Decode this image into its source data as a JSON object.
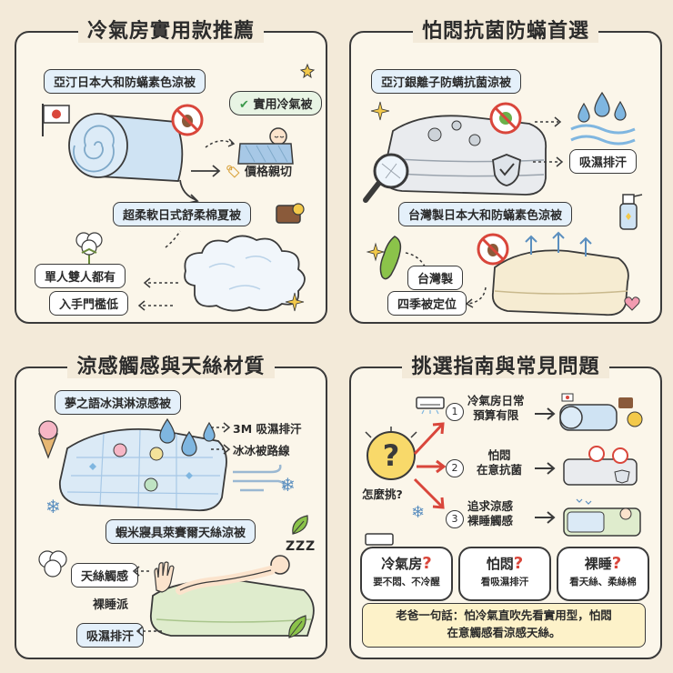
{
  "panels": {
    "p1": {
      "title": "冷氣房實用款推薦",
      "product1": "亞汀日本大和防蟎素色涼被",
      "check_tag": "實用冷氣被",
      "price_tag": "價格親切",
      "product2": "超柔軟日式舒柔棉夏被",
      "tag_sizes": "單人雙人都有",
      "tag_entry": "入手門檻低"
    },
    "p2": {
      "title": "怕悶抗菌防蟎首選",
      "product1": "亞汀銀離子防螨抗菌涼被",
      "tag_moisture": "吸濕排汗",
      "product2": "台灣製日本大和防蟎素色涼被",
      "tag_taiwan": "台灣製",
      "tag_season": "四季被定位"
    },
    "p3": {
      "title": "涼感觸感與天絲材質",
      "product1": "夢之語冰淇淋涼感被",
      "tag_3m": "3M 吸濕排汗",
      "tag_ice": "冰冰被路線",
      "product2": "蝦米寢具萊賽爾天絲涼被",
      "tag_tencel": "天絲觸感",
      "tag_naked": "裸睡派",
      "tag_moisture": "吸濕排汗",
      "zzz": "Z Z Z"
    },
    "p4": {
      "title": "挑選指南與常見問題",
      "how": "怎麼挑?",
      "steps": [
        {
          "num": "1",
          "line1": "冷氣房日常",
          "line2": "預算有限"
        },
        {
          "num": "2",
          "line1": "怕悶",
          "line2": "在意抗菌"
        },
        {
          "num": "3",
          "line1": "追求涼感",
          "line2": "裸睡觸感"
        }
      ],
      "faq": [
        {
          "q": "冷氣房",
          "mark": "?",
          "a": "要不悶、不冷醒"
        },
        {
          "q": "怕悶",
          "mark": "?",
          "a": "看吸濕排汗"
        },
        {
          "q": "裸睡",
          "mark": "?",
          "a": "看天絲、柔絲棉"
        }
      ],
      "quote_line1": "老爸一句話：怕冷氣直吹先看實用型，怕悶",
      "quote_line2": "在意觸感看涼感天絲。"
    }
  },
  "icons": [
    "japan-flag-icon",
    "no-mite-icon",
    "check-icon",
    "price-tag-icon",
    "wallet-icon",
    "cotton-flower-icon",
    "magnifier-icon",
    "shield-icon",
    "water-drop-icon",
    "spray-bottle-icon",
    "taiwan-map-icon",
    "heart-icon",
    "ice-cream-icon",
    "snowflake-icon",
    "palm-icon",
    "leaf-icon",
    "air-conditioner-icon",
    "question-icon"
  ],
  "colors": {
    "background": "#f3ead9",
    "panel": "#fbf6ea",
    "border": "#3a3a3a",
    "accent_red": "#d9463b",
    "blanket_blue": "#cfe3f3",
    "blanket_green": "#dfeccd",
    "quote_bg": "#fdf2c9"
  }
}
